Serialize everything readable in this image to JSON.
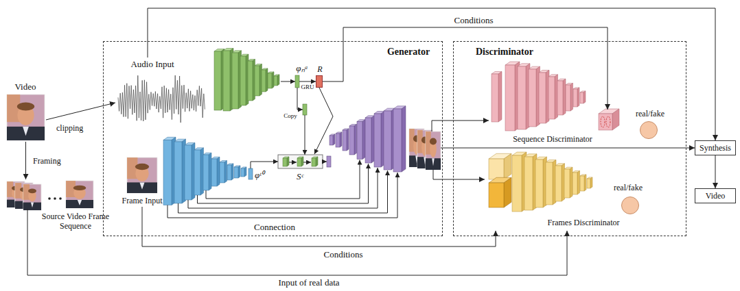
{
  "diagram": {
    "nodes": [
      {
        "text": [
          "Generator"
        ]
      },
      {
        "text": [
          "Discriminator"
        ]
      },
      {
        "text": [
          "Video"
        ]
      },
      {
        "text": [
          "Source Video Frame Sequence"
        ]
      },
      {
        "text": [
          "Audio Input"
        ],
        "in": 0
      },
      {
        "text": [
          "Frame Input"
        ],
        "in": 0
      },
      {
        "text": [
          "R"
        ],
        "in": 0
      },
      {
        "text": [
          "Sequence Discriminator"
        ],
        "in": 1
      },
      {
        "text": [
          "real/fake"
        ],
        "in": 1
      },
      {
        "text": [
          "Frames Discriminator"
        ],
        "in": 1
      },
      {
        "text": [
          "real/fake"
        ],
        "in": 1
      },
      {
        "text": [
          "Synthesis"
        ]
      },
      {
        "text": [
          "Video"
        ]
      }
    ],
    "edges": [
      {
        "from": 2,
        "to": 4,
        "label": "clipping",
        "arrow": "to"
      },
      {
        "from": 2,
        "to": 3,
        "label": "Framing",
        "arrow": "to"
      },
      {
        "from": 4,
        "to": 11,
        "arrow": "to"
      },
      {
        "from": 6,
        "to": 7,
        "label": "Conditions",
        "arrow": "to"
      },
      {
        "from": 0,
        "to": 7,
        "arrow": "to"
      },
      {
        "from": 0,
        "to": 11,
        "arrow": "to"
      },
      {
        "from": 0,
        "to": 9,
        "arrow": "to"
      },
      {
        "from": 5,
        "to": 9,
        "label": "Conditions",
        "arrow": "to"
      },
      {
        "from": 3,
        "to": 9,
        "label": "Input of real data",
        "arrow": "to"
      },
      {
        "from": 11,
        "to": 12,
        "arrow": "to"
      }
    ],
    "labels": [
      "φₙᵃ",
      "GRU",
      "Copy",
      "φᵗ⁰",
      "Sᶜ",
      "Connection"
    ]
  }
}
